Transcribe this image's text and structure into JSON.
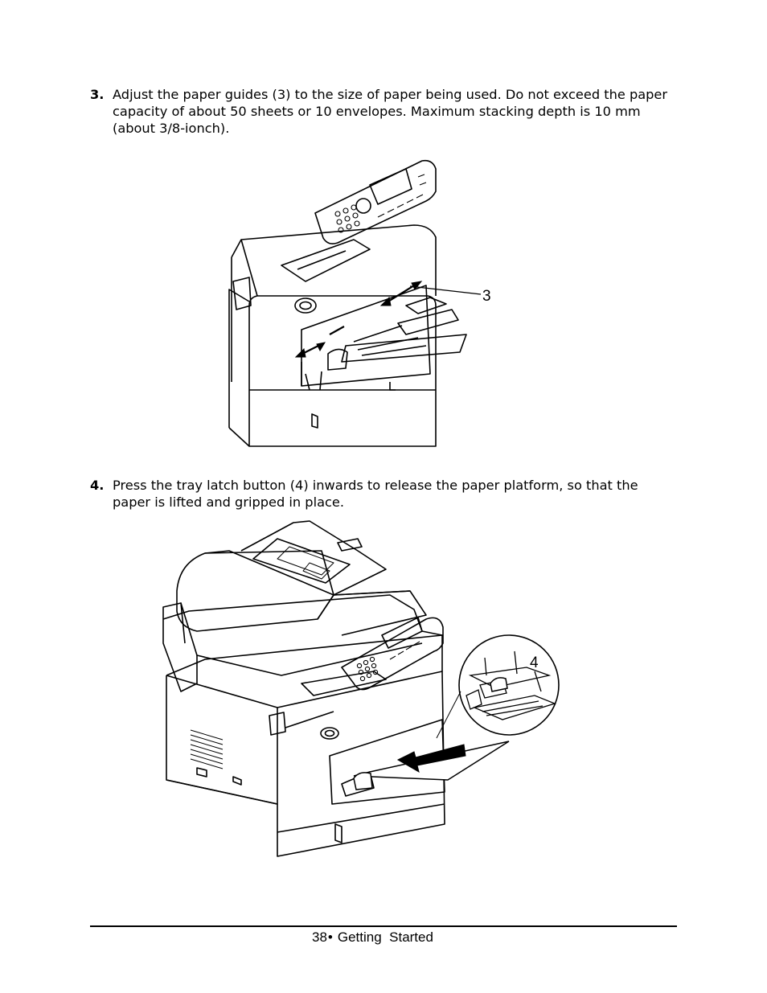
{
  "steps": [
    {
      "number": "3.",
      "text": "Adjust the paper guides (3) to the size of paper being used. Do not exceed the paper capacity of about 50 sheets or 10 envelopes. Maximum stacking depth is 10 mm (about 3/8-ionch)."
    },
    {
      "number": "4.",
      "text": "Press the tray latch button (4) inwards to release the paper platform, so that the paper is lifted and gripped in place."
    }
  ],
  "figures": {
    "figure1_callout": "3",
    "figure2_callout": "4"
  },
  "footer": {
    "page_number": "38",
    "bullet": "•",
    "section": "Getting  Started"
  }
}
